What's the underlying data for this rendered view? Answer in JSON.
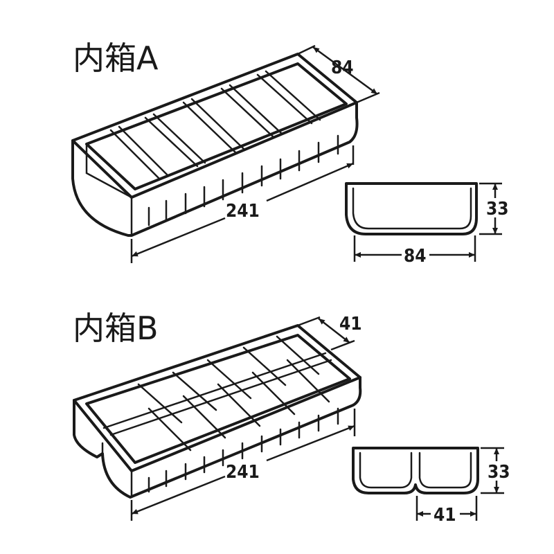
{
  "box_a": {
    "title": "内箱A",
    "length": "241",
    "width": "84",
    "section_width": "84",
    "section_height": "33"
  },
  "box_b": {
    "title": "内箱B",
    "length": "241",
    "width": "41",
    "section_width": "41",
    "section_height": "33"
  }
}
